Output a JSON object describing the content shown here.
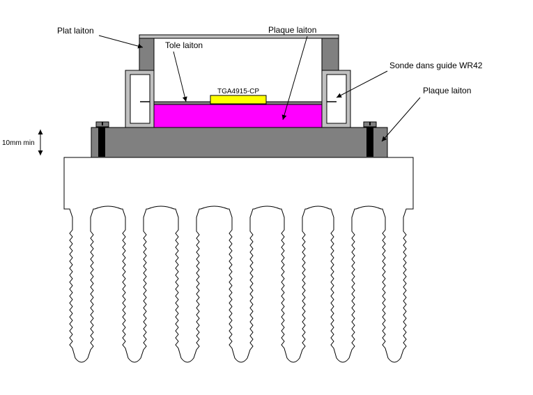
{
  "labels": {
    "plat_laiton": "Plat laiton",
    "plaque_laiton_top": "Plaque laiton",
    "tole_laiton": "Tole laiton",
    "sonde": "Sonde dans guide WR42",
    "plaque_laiton_right": "Plaque laiton",
    "component": "TGA4915-CP",
    "dimension": "10mm min"
  },
  "colors": {
    "background": "#ffffff",
    "brass_gray": "#808080",
    "light_gray": "#c0c0c0",
    "magenta": "#ff00ff",
    "chip_yellow": "#ffff00",
    "heatsink_fill": "#ffffff",
    "outline": "#000000"
  }
}
